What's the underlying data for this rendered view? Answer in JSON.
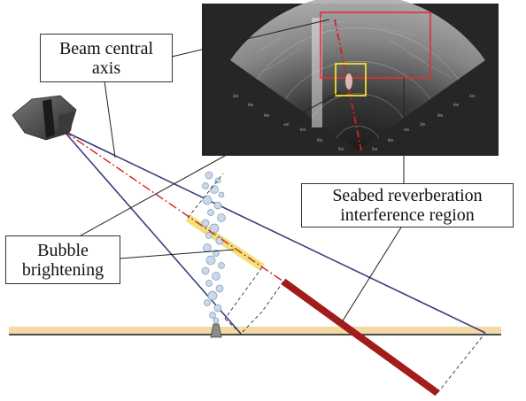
{
  "labels": {
    "beam_axis": [
      "Beam central",
      "axis"
    ],
    "bubble": [
      "Bubble",
      "brightening"
    ],
    "seabed": [
      "Seabed reverberation",
      "interference region"
    ]
  },
  "sonar_ticks": [
    "3m",
    "6m",
    "9m",
    "3m",
    "6m",
    "9m",
    "3m",
    "6m",
    "9m",
    "3m",
    "6m",
    "9m",
    "5m",
    "5m"
  ],
  "colors": {
    "beam_lines": "#3c3f7c",
    "axis_line": "#d42020",
    "seabed_band": "#f3d9a4",
    "seabed_line": "#111111",
    "interference_bar": "#a31c1c",
    "bubble_highlight": "#efe27a",
    "bubbles": "#c9d9ea",
    "sonar_bg": "#222222",
    "red_box": "#e03030",
    "yellow_box": "#f0e030"
  }
}
